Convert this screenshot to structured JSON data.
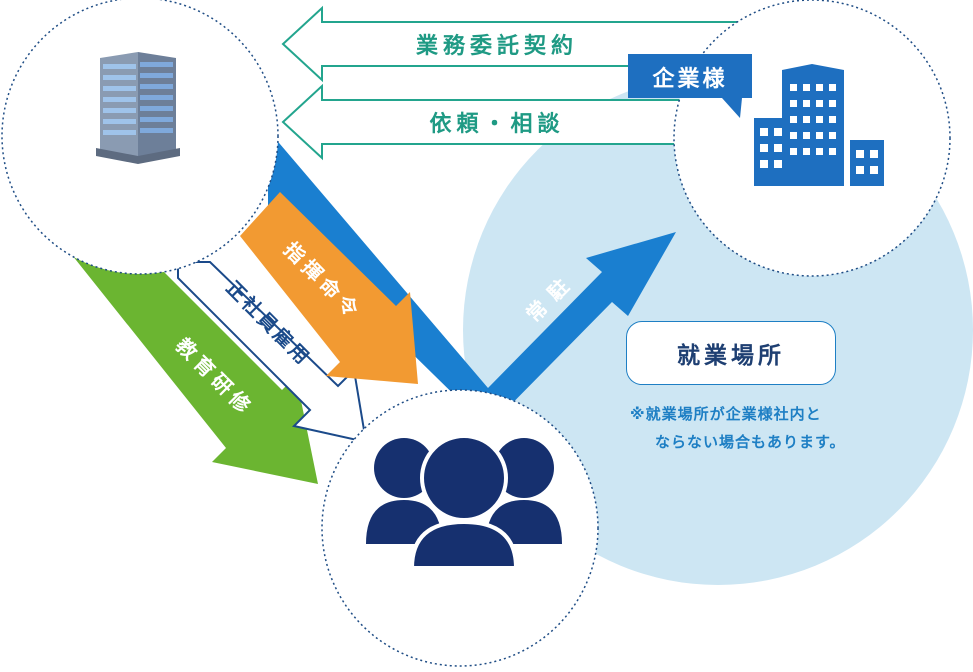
{
  "labels": {
    "contract": "業務委託契約",
    "request": "依頼・相談",
    "client_badge": "企業様",
    "command": "指揮命令",
    "employment": "正社員雇用",
    "training": "教育研修",
    "dispatch": "常駐",
    "workplace": "就業場所",
    "note_line1": "※就業場所が企業様社内と",
    "note_line2": "ならない場合もあります。"
  },
  "icons": {
    "company_building": "office-building-icon",
    "client_buildings": "client-buildings-icon",
    "staff_group": "people-group-icon"
  },
  "colors": {
    "teal_arrow": "#23a58e",
    "blue_arrow": "#1a7fd0",
    "orange_arrow": "#f29a32",
    "green_arrow": "#6bb531",
    "navy_people": "#16306f",
    "light_blue_area": "#cde6f3",
    "badge_blue": "#1e6fc0"
  }
}
